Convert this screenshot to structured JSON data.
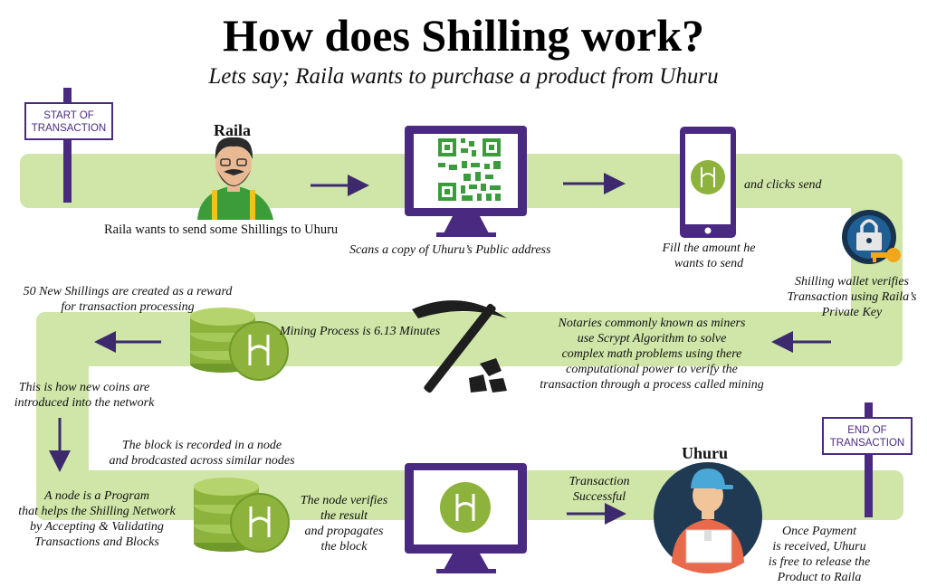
{
  "title": "How does Shilling work?",
  "subtitle": "Lets say; Raila wants to purchase a product from Uhuru",
  "signs": {
    "start_line1": "START OF",
    "start_line2": "TRANSACTION",
    "end_line1": "END OF",
    "end_line2": "TRANSACTION"
  },
  "actors": {
    "raila": "Raila",
    "uhuru": "Uhuru"
  },
  "steps": {
    "send": "Raila wants to send some Shillings to Uhuru",
    "scan": "Scans a copy of Uhuru’s Public address",
    "fill_1": "Fill the amount he",
    "fill_2": "wants to send",
    "clicks": "and clicks send",
    "verify_1": "Shilling wallet verifies",
    "verify_2": "Transaction using Raila’s",
    "verify_3": "Private Key",
    "miners_1": "Notaries commonly known as miners",
    "miners_2": "use Scrypt Algorithm to solve",
    "miners_3": "complex math problems using there",
    "miners_4": "computational power to verify the",
    "miners_5": "transaction through a process called mining",
    "mining_time": "Mining Process is 6.13 Minutes",
    "reward_1": "50 New Shillings are created as a reward",
    "reward_2": "for transaction processing",
    "coins_1": "This is how new coins are",
    "coins_2": "introduced into the network",
    "block_1": "The block is recorded in a node",
    "block_2": "and brodcasted across similar nodes",
    "node_1": "A node is a Program",
    "node_2": "that helps the Shilling Network",
    "node_3": "by Accepting & Validating",
    "node_4": "Transactions and Blocks",
    "nodever_1": "The node verifies",
    "nodever_2": "the result",
    "nodever_3": "and propagates",
    "nodever_4": "the block",
    "success_1": "Transaction",
    "success_2": "Successful",
    "release_1": "Once Payment",
    "release_2": "is received, Uhuru",
    "release_3": "is free to release the",
    "release_4": "Product to Raila"
  },
  "colors": {
    "track": "#cfe6a8",
    "accent_purple": "#4a2a80",
    "coin_green": "#8db33c",
    "dark": "#1e1e1e"
  }
}
